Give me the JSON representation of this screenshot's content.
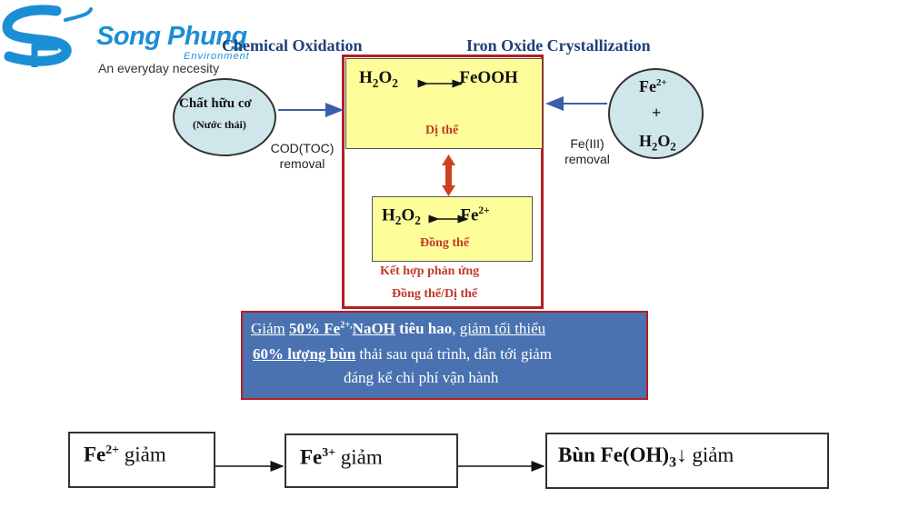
{
  "logo": {
    "brand": "Song Phung",
    "sub": "Environment",
    "tagline": "An everyday necesity",
    "color": "#1b8fd6"
  },
  "headers": {
    "left": "Chemical Oxidation",
    "right": "Iron Oxide Crystallization"
  },
  "left_node": {
    "line1": "Chất hữu cơ",
    "line2": "(Nước thải)",
    "arrow_label_1": "COD(TOC)",
    "arrow_label_2": "removal"
  },
  "right_node": {
    "line1": "Fe",
    "line1_sup": "2+",
    "line2": "+",
    "line3": "H",
    "line3_sub": "2",
    "line3_end": "O",
    "line3_sub2": "2",
    "arrow_label_1": "Fe(III)",
    "arrow_label_2": "removal"
  },
  "center": {
    "top_reaction": {
      "h": "H",
      "sub1": "2",
      "o": "O",
      "sub2": "2",
      "product": "FeOOH"
    },
    "top_label": "Dị thể",
    "bottom_reaction": {
      "h": "H",
      "sub1": "2",
      "o": "O",
      "sub2": "2",
      "product": "Fe",
      "sup": "2+"
    },
    "bottom_label": "Đồng thể",
    "caption1": "Kết hợp phản ứng",
    "caption2": "Đồng thể/Dị thể"
  },
  "summary": {
    "l1_a": "Giảm",
    "l1_b": "50% Fe",
    "l1_sup": "2+,",
    "l1_c": "NaOH",
    "l1_d": "tiêu hao",
    "l1_e": ", ",
    "l1_f": "giảm tối thiểu",
    "l2_a": "60% lượng bùn",
    "l2_b": " thải sau quá trình,  dẫn tới giảm",
    "l3": "đáng kể chi phí vận hành",
    "bg": "#4a72b0",
    "border": "#b21f24"
  },
  "flow": {
    "box1": {
      "a": "Fe",
      "sup": "2+",
      "b": " giảm"
    },
    "box2": {
      "a": "Fe",
      "sup": "3+",
      "b": " giảm"
    },
    "box3": {
      "a": "Bùn Fe(OH)",
      "sub": "3",
      "b": "↓ giảm"
    }
  },
  "colors": {
    "outer_border": "#b21f24",
    "yellow": "#fdfd9a",
    "node_fill": "#cfe6ea",
    "header_text": "#1f3f7a",
    "red_text": "#c0392b",
    "arrow_blue": "#3a5fa8",
    "double_arrow": "#d04020"
  }
}
